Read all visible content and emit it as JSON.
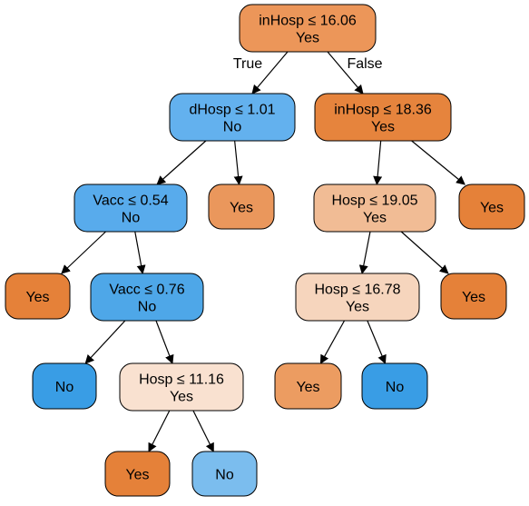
{
  "tree": {
    "edge_labels": {
      "true_branch": "True",
      "false_branch": "False"
    },
    "nodes": [
      {
        "id": "n0",
        "lines": [
          "inHosp ≤ 16.06",
          "Yes"
        ],
        "color": "#ec9659"
      },
      {
        "id": "n1",
        "lines": [
          "dHosp ≤ 1.01",
          "No"
        ],
        "color": "#63b1ee"
      },
      {
        "id": "n2",
        "lines": [
          "inHosp ≤ 18.36",
          "Yes"
        ],
        "color": "#e6843d"
      },
      {
        "id": "n3",
        "lines": [
          "Vacc ≤ 0.54",
          "No"
        ],
        "color": "#58abec"
      },
      {
        "id": "n4",
        "lines": [
          "Yes"
        ],
        "color": "#ea975c"
      },
      {
        "id": "n5",
        "lines": [
          "Hosp ≤ 19.05",
          "Yes"
        ],
        "color": "#f1bc95"
      },
      {
        "id": "n6",
        "lines": [
          "Yes"
        ],
        "color": "#e58139"
      },
      {
        "id": "n7",
        "lines": [
          "Yes"
        ],
        "color": "#e58139"
      },
      {
        "id": "n8",
        "lines": [
          "Vacc ≤ 0.76",
          "No"
        ],
        "color": "#4ea7e8"
      },
      {
        "id": "n9",
        "lines": [
          "Hosp ≤ 16.78",
          "Yes"
        ],
        "color": "#f6d5bd"
      },
      {
        "id": "n10",
        "lines": [
          "Yes"
        ],
        "color": "#e58139"
      },
      {
        "id": "n11",
        "lines": [
          "No"
        ],
        "color": "#399de5"
      },
      {
        "id": "n12",
        "lines": [
          "Hosp ≤ 11.16",
          "Yes"
        ],
        "color": "#f9e1d0"
      },
      {
        "id": "n13",
        "lines": [
          "Yes"
        ],
        "color": "#ec9c61"
      },
      {
        "id": "n14",
        "lines": [
          "No"
        ],
        "color": "#399de5"
      },
      {
        "id": "n15",
        "lines": [
          "Yes"
        ],
        "color": "#e58139"
      },
      {
        "id": "n16",
        "lines": [
          "No"
        ],
        "color": "#7bbdee"
      }
    ],
    "edges": [
      [
        "n0",
        "n1"
      ],
      [
        "n0",
        "n2"
      ],
      [
        "n1",
        "n3"
      ],
      [
        "n1",
        "n4"
      ],
      [
        "n2",
        "n5"
      ],
      [
        "n2",
        "n6"
      ],
      [
        "n3",
        "n7"
      ],
      [
        "n3",
        "n8"
      ],
      [
        "n5",
        "n9"
      ],
      [
        "n5",
        "n10"
      ],
      [
        "n8",
        "n11"
      ],
      [
        "n8",
        "n12"
      ],
      [
        "n9",
        "n13"
      ],
      [
        "n9",
        "n14"
      ],
      [
        "n12",
        "n15"
      ],
      [
        "n12",
        "n16"
      ]
    ]
  }
}
